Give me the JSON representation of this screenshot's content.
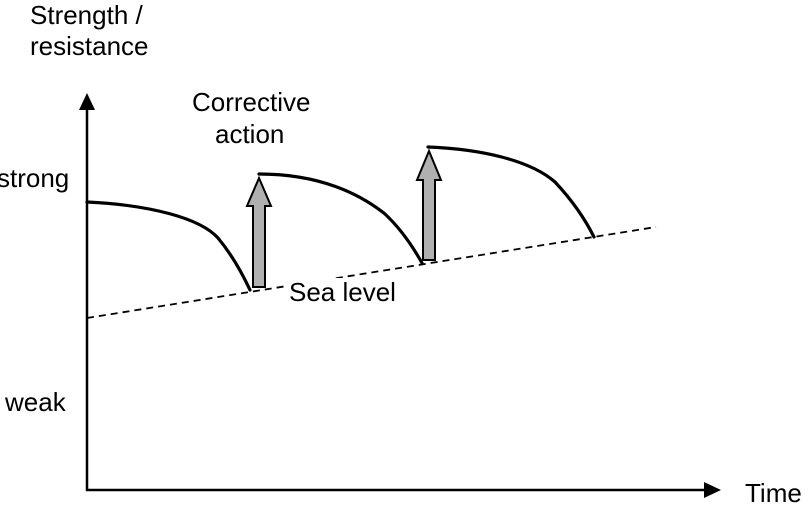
{
  "y_axis": {
    "title_line1": "Strength /",
    "title_line2": "resistance",
    "tick_high": "strong",
    "tick_low": "weak"
  },
  "x_axis": {
    "title": "Time"
  },
  "annotations": {
    "arrow_label_line1": "Corrective",
    "arrow_label_line2": "action",
    "threshold_label": "Sea level"
  },
  "colors": {
    "ink": "#000000",
    "arrow_fill": "#b0b0b0",
    "background": "#ffffff"
  }
}
